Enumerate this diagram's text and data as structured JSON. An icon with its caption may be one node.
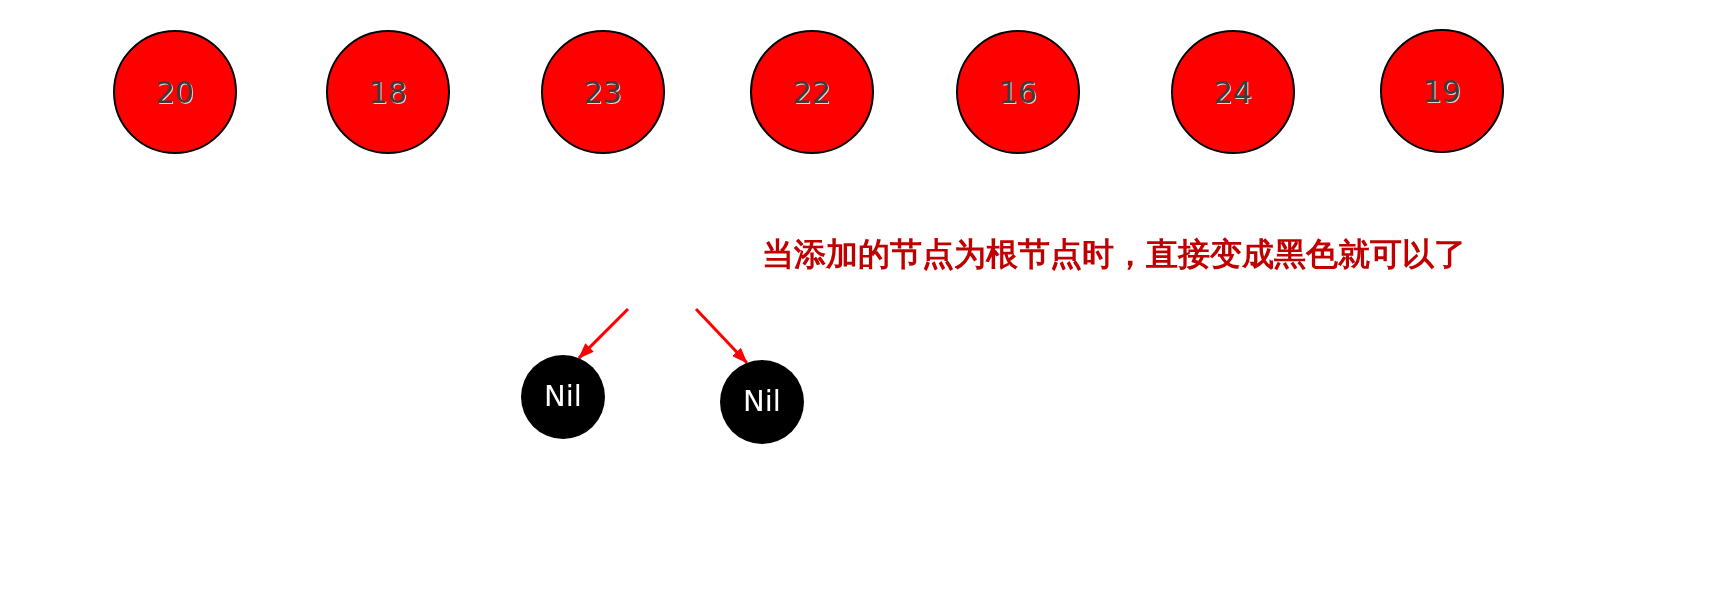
{
  "diagram": {
    "nodes": [
      {
        "text": [
          "20"
        ]
      },
      {
        "text": [
          "18"
        ]
      },
      {
        "text": [
          "23"
        ]
      },
      {
        "text": [
          "22"
        ]
      },
      {
        "text": [
          "16"
        ]
      },
      {
        "text": [
          "24"
        ]
      },
      {
        "text": [
          "19"
        ]
      },
      {
        "text": [
          "Nil"
        ]
      },
      {
        "text": [
          "Nil"
        ]
      }
    ],
    "edges": [
      {
        "from": null,
        "to": 7,
        "arrow": "to"
      },
      {
        "from": null,
        "to": 8,
        "arrow": "to"
      }
    ],
    "labels": [
      "当添加的节点为根节点时，直接变成黑色就可以了"
    ]
  }
}
